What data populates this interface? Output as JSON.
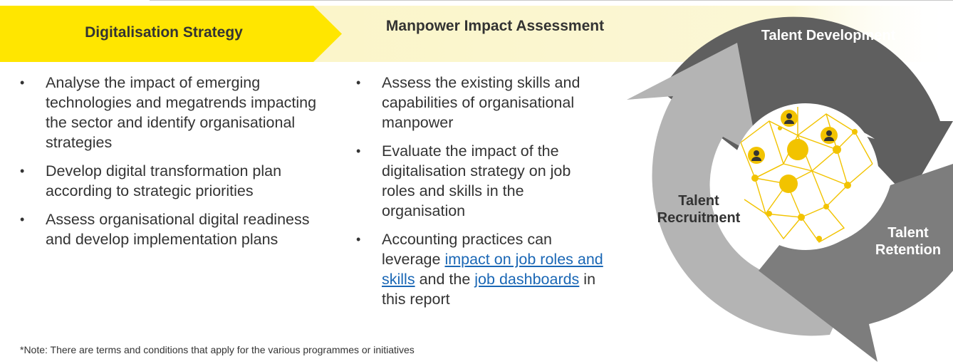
{
  "strategy": {
    "title": "Digitalisation Strategy",
    "bullets": [
      "Analyse the impact of emerging technologies and megatrends impacting the sector and identify organisational strategies",
      "Develop digital transformation plan according to strategic priorities",
      "Assess organisational digital readiness and develop implementation plans"
    ]
  },
  "assessment": {
    "title": "Manpower Impact Assessment",
    "bullets": [
      "Assess the existing skills and capabilities of organisational manpower",
      "Evaluate the impact of the digitalisation strategy on job roles and skills in the organisation"
    ],
    "last_bullet": {
      "text_before": "Accounting practices can leverage ",
      "link1": "impact on job roles and skills",
      "text_between": " and the ",
      "link2": "job dashboards",
      "text_after": " in this report"
    }
  },
  "cycle": {
    "development": "Talent Development",
    "recruitment": "Talent Recruitment",
    "retention": "Talent Retention"
  },
  "note": "*Note: There are terms and conditions that apply for the various programmes or initiatives",
  "colors": {
    "yellow": "#ffe600",
    "pale_yellow": "#fbf5c9",
    "dark_grey": "#5f5f5f",
    "mid_grey": "#7d7d7d",
    "light_grey": "#b4b4b4",
    "link": "#1a67b5"
  }
}
